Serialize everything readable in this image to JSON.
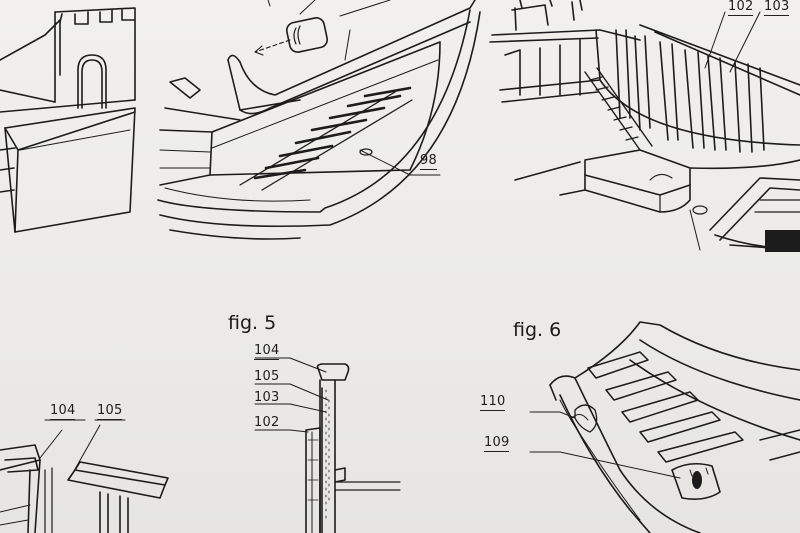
{
  "figures": {
    "fig5_title": "fig. 5",
    "fig6_title": "fig. 6"
  },
  "labels": {
    "top_98": "98",
    "top_102": "102",
    "top_103": "103",
    "fig5_104": "104",
    "fig5_105": "105",
    "fig5_103": "103",
    "fig5_102": "102",
    "left_104": "104",
    "left_105": "105",
    "fig6_110": "110",
    "fig6_109": "109"
  },
  "colors": {
    "paper": "#ecebe8",
    "ink": "#1c1c1c"
  }
}
